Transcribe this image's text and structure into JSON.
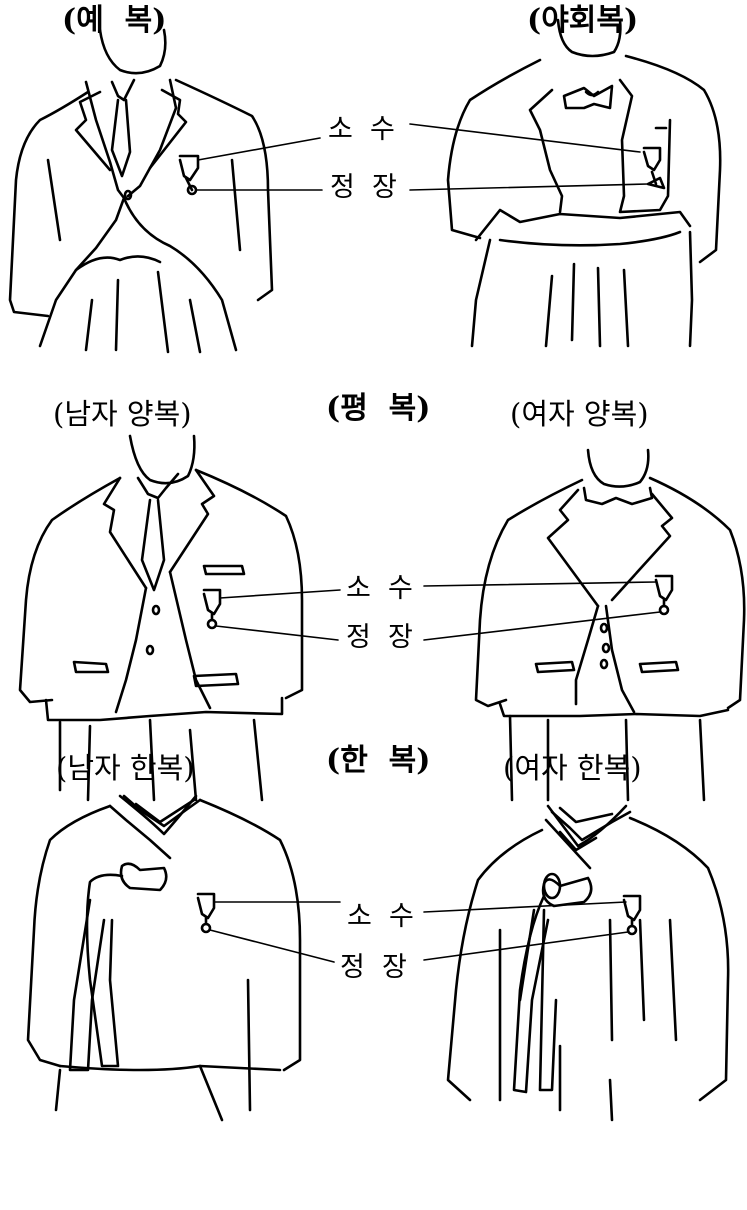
{
  "sections": {
    "formal": {
      "left_title": "(예  복)",
      "right_title": "(야회복)",
      "callout_medal": "소  수",
      "callout_badge": "정  장"
    },
    "business": {
      "center_title": "(평  복)",
      "left_title": "(남자 양복)",
      "right_title": "(여자 양복)",
      "callout_medal": "소  수",
      "callout_badge": "정  장"
    },
    "hanbok": {
      "center_title": "(한  복)",
      "left_title": "(남자 한복)",
      "right_title": "(여자 한복)",
      "callout_medal": "소  수",
      "callout_badge": "정  장"
    }
  },
  "colors": {
    "ink": "#000000",
    "paper": "#ffffff"
  }
}
